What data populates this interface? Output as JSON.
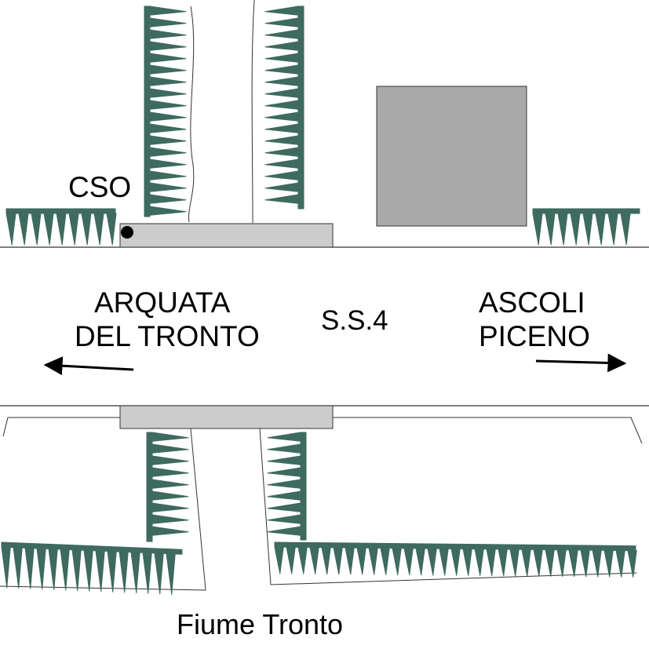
{
  "labels": {
    "cso": "CSO",
    "west_line1": "ARQUATA",
    "west_line2": "DEL TRONTO",
    "road": "S.S.4",
    "east_line1": "ASCOLI",
    "east_line2": "PICENO",
    "river": "Fiume Tronto"
  },
  "colors": {
    "vegetation": "#3e6a5f",
    "bridge_fill": "#cccccc",
    "building_fill": "#a9a9a9",
    "line": "#333333",
    "text": "#000000"
  }
}
